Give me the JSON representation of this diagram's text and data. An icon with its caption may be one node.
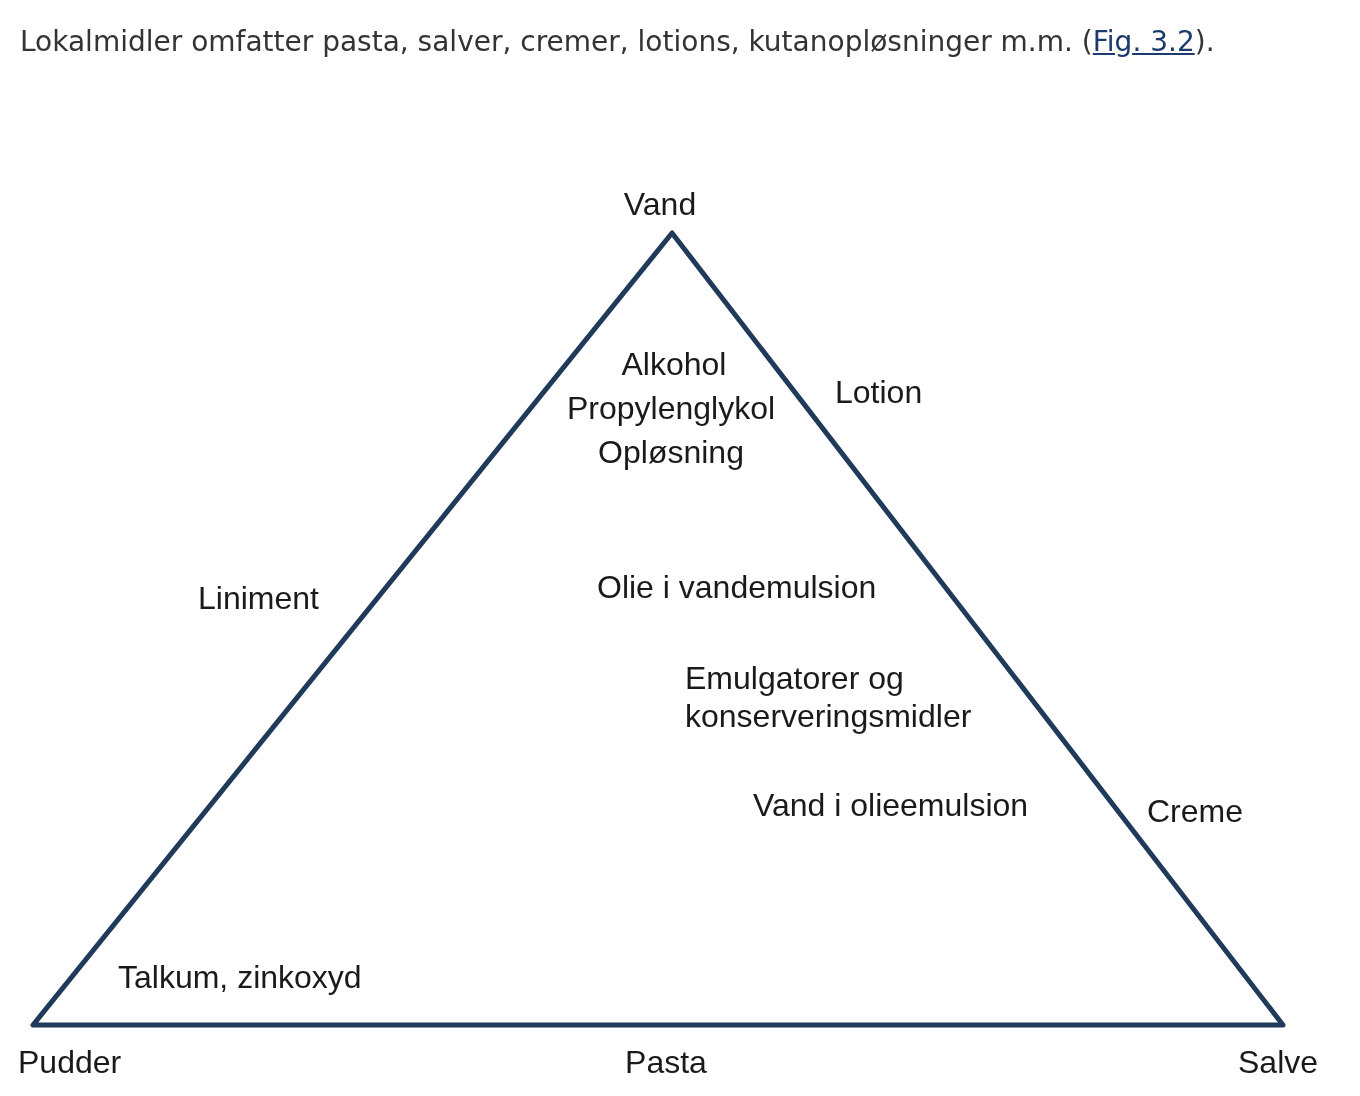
{
  "diagram": {
    "nodes": [
      {
        "text": [
          "Alkohol",
          "Propylenglykol",
          "Opløsning",
          "Olie i vandemulsion",
          "Emulgatorer og konserveringsmidler",
          "Vand i olieemulsion",
          "Talkum, zinkoxyd"
        ],
        "beside": [
          "Vand",
          "Lotion",
          "Liniment",
          "Creme",
          "Pudder",
          "Pasta",
          "Salve"
        ]
      }
    ],
    "labels": [
      "Lokalmidler omfatter pasta, salver, cremer, lotions, kutanopløsninger m.m. (Fig. 3.2)."
    ]
  }
}
